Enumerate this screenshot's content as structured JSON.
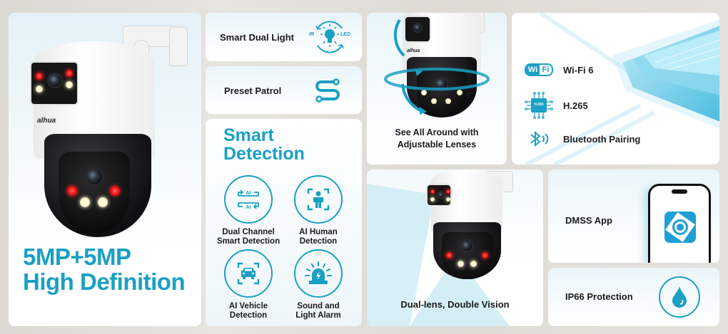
{
  "hero": {
    "brand": "alhua",
    "title_line1": "5MP+5MP",
    "title_line2": "High Definition"
  },
  "features": {
    "smart_dual_light": {
      "label": "Smart Dual Light",
      "icon_left": "IR",
      "icon_right": "LED"
    },
    "preset_patrol": {
      "label": "Preset Patrol"
    },
    "smart_detection": {
      "title_line1": "Smart",
      "title_line2": "Detection",
      "items": [
        {
          "line1": "Dual Channel",
          "line2": "Smart Detection",
          "icon": "dual-ai-icon",
          "ai": "AI"
        },
        {
          "line1": "AI  Human",
          "line2": "Detection",
          "icon": "human-detect-icon"
        },
        {
          "line1": "AI Vehicle",
          "line2": "Detection",
          "icon": "vehicle-detect-icon"
        },
        {
          "line1": "Sound and",
          "line2": "Light Alarm",
          "icon": "alarm-light-icon"
        }
      ]
    },
    "see_all_around": {
      "line1": "See All Around with",
      "line2": "Adjustable Lenses"
    },
    "connectivity": [
      {
        "label": "Wi-Fi 6",
        "icon": "wifi-icon",
        "badge_left": "Wi",
        "badge_right": "Fi"
      },
      {
        "label": "H.265",
        "icon": "chip-icon",
        "chip_text": "H.265"
      },
      {
        "label": "Bluetooth Pairing",
        "icon": "bluetooth-icon"
      }
    ],
    "dual_lens": {
      "label": "Dual-lens, Double Vision"
    },
    "dmss_app": {
      "label": "DMSS App"
    },
    "ip66": {
      "label": "IP66 Protection"
    }
  },
  "colors": {
    "accent": "#1aa0c4",
    "text": "#1a1a1a",
    "background": "#e2dfda",
    "card": "#f4f9fb"
  }
}
